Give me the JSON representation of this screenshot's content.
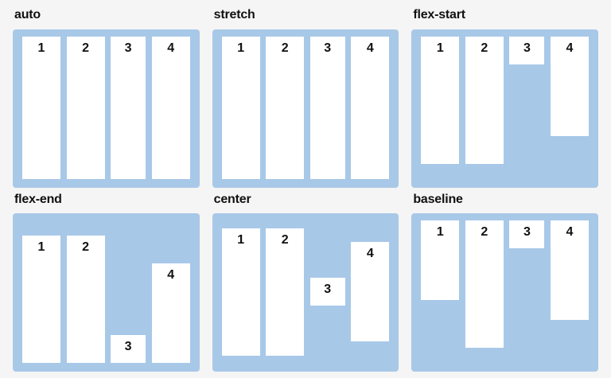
{
  "page": {
    "background_color": "#f5f5f5",
    "text_color": "#111111",
    "container_color": "#a8c8e8",
    "item_color": "#ffffff"
  },
  "demos": [
    {
      "title": "auto",
      "align_items": "auto",
      "items": [
        {
          "label": "1",
          "width": 48,
          "height": null
        },
        {
          "label": "2",
          "width": 48,
          "height": null
        },
        {
          "label": "3",
          "width": 44,
          "height": null
        },
        {
          "label": "4",
          "width": 48,
          "height": null
        }
      ]
    },
    {
      "title": "stretch",
      "align_items": "stretch",
      "items": [
        {
          "label": "1",
          "width": 48,
          "height": null
        },
        {
          "label": "2",
          "width": 48,
          "height": null
        },
        {
          "label": "3",
          "width": 44,
          "height": null
        },
        {
          "label": "4",
          "width": 48,
          "height": null
        }
      ]
    },
    {
      "title": "flex-start",
      "align_items": "flex-start",
      "items": [
        {
          "label": "1",
          "width": 48,
          "height": 160
        },
        {
          "label": "2",
          "width": 48,
          "height": 160
        },
        {
          "label": "3",
          "width": 44,
          "height": 35
        },
        {
          "label": "4",
          "width": 48,
          "height": 125
        }
      ]
    },
    {
      "title": "flex-end",
      "align_items": "flex-end",
      "items": [
        {
          "label": "1",
          "width": 48,
          "height": 160
        },
        {
          "label": "2",
          "width": 48,
          "height": 160
        },
        {
          "label": "3",
          "width": 44,
          "height": 35
        },
        {
          "label": "4",
          "width": 48,
          "height": 125
        }
      ]
    },
    {
      "title": "center",
      "align_items": "center",
      "items": [
        {
          "label": "1",
          "width": 48,
          "height": 160
        },
        {
          "label": "2",
          "width": 48,
          "height": 160
        },
        {
          "label": "3",
          "width": 44,
          "height": 35
        },
        {
          "label": "4",
          "width": 48,
          "height": 125
        }
      ]
    },
    {
      "title": "baseline",
      "align_items": "baseline",
      "items": [
        {
          "label": "1",
          "width": 48,
          "height": 100
        },
        {
          "label": "2",
          "width": 48,
          "height": 160
        },
        {
          "label": "3",
          "width": 44,
          "height": 35
        },
        {
          "label": "4",
          "width": 48,
          "height": 125
        }
      ]
    }
  ]
}
